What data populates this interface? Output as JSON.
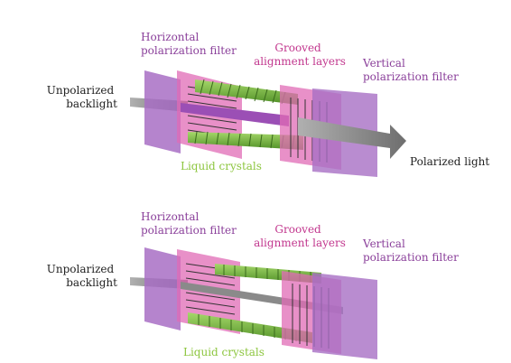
{
  "diagrams": [
    {
      "horizontal_filter": [
        "Horizontal",
        "polarization filter"
      ],
      "grooved_layers": [
        "Grooved",
        "alignment layers"
      ],
      "vertical_filter": [
        "Vertical",
        "polarization filter"
      ],
      "backlight": [
        "Unpolarized",
        "backlight"
      ],
      "liquid_crystals": "Liquid crystals",
      "output": "Polarized light"
    },
    {
      "horizontal_filter": [
        "Horizontal",
        "polarization filter"
      ],
      "grooved_layers": [
        "Grooved",
        "alignment layers"
      ],
      "vertical_filter": [
        "Vertical",
        "polarization filter"
      ],
      "backlight": [
        "Unpolarized",
        "backlight"
      ],
      "liquid_crystals": "Liquid crystals"
    }
  ],
  "colors": {
    "filter": "#a86fc4",
    "alignment_layer": "#e06bb6",
    "crystal": "#7cc043",
    "beam": "#808080"
  }
}
